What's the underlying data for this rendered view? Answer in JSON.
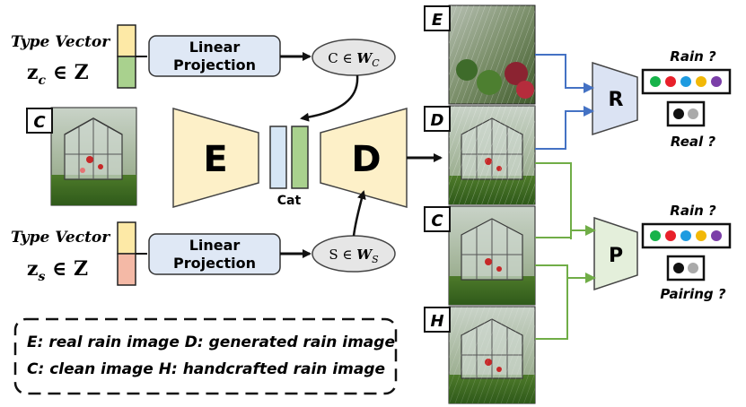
{
  "diagram": {
    "top_vector": {
      "label": "Type Vector",
      "z_symbol": "z",
      "z_sub": "c",
      "z_rest": " ∈ Z"
    },
    "bottom_vector": {
      "label": "Type Vector",
      "z_symbol": "z",
      "z_sub": "s",
      "z_rest": " ∈ Z"
    },
    "top_projection": {
      "line1": "Linear",
      "line2": "Projection"
    },
    "bottom_projection": {
      "line1": "Linear",
      "line2": "Projection"
    },
    "top_ellipse": {
      "main": "C ∈ ",
      "w": "W",
      "sub": "C"
    },
    "bottom_ellipse": {
      "main": "S ∈ ",
      "w": "W",
      "sub": "S"
    },
    "encoder": {
      "label": "E"
    },
    "decoder": {
      "label": "D"
    },
    "cat": {
      "label": "Cat"
    },
    "input_image": {
      "tag": "C"
    },
    "images": [
      {
        "tag": "E"
      },
      {
        "tag": "D"
      },
      {
        "tag": "C"
      },
      {
        "tag": "H"
      }
    ],
    "disc_r": {
      "label": "R"
    },
    "disc_p": {
      "label": "P"
    },
    "r_outputs": {
      "top_label": "Rain ?",
      "bottom_label": "Real ?"
    },
    "p_outputs": {
      "top_label": "Rain ?",
      "bottom_label": "Pairing ?"
    },
    "legend": {
      "line1": "E: real rain image D: generated rain image",
      "line2": "C: clean image H: handcrafted rain image"
    },
    "colors": {
      "rain_dots": [
        "#17b34a",
        "#e8202a",
        "#1e9be0",
        "#f2b807",
        "#7b3fa8"
      ],
      "real_dots": [
        "#111111",
        "#aaaaaa"
      ],
      "projection_fill": "#dfe8f5",
      "encoder_fill": "#fdf0c8",
      "r_fill": "#dbe3f3",
      "p_fill": "#e4efdb",
      "blue_arrow": "#4472c4",
      "green_arrow": "#70ad47"
    }
  }
}
